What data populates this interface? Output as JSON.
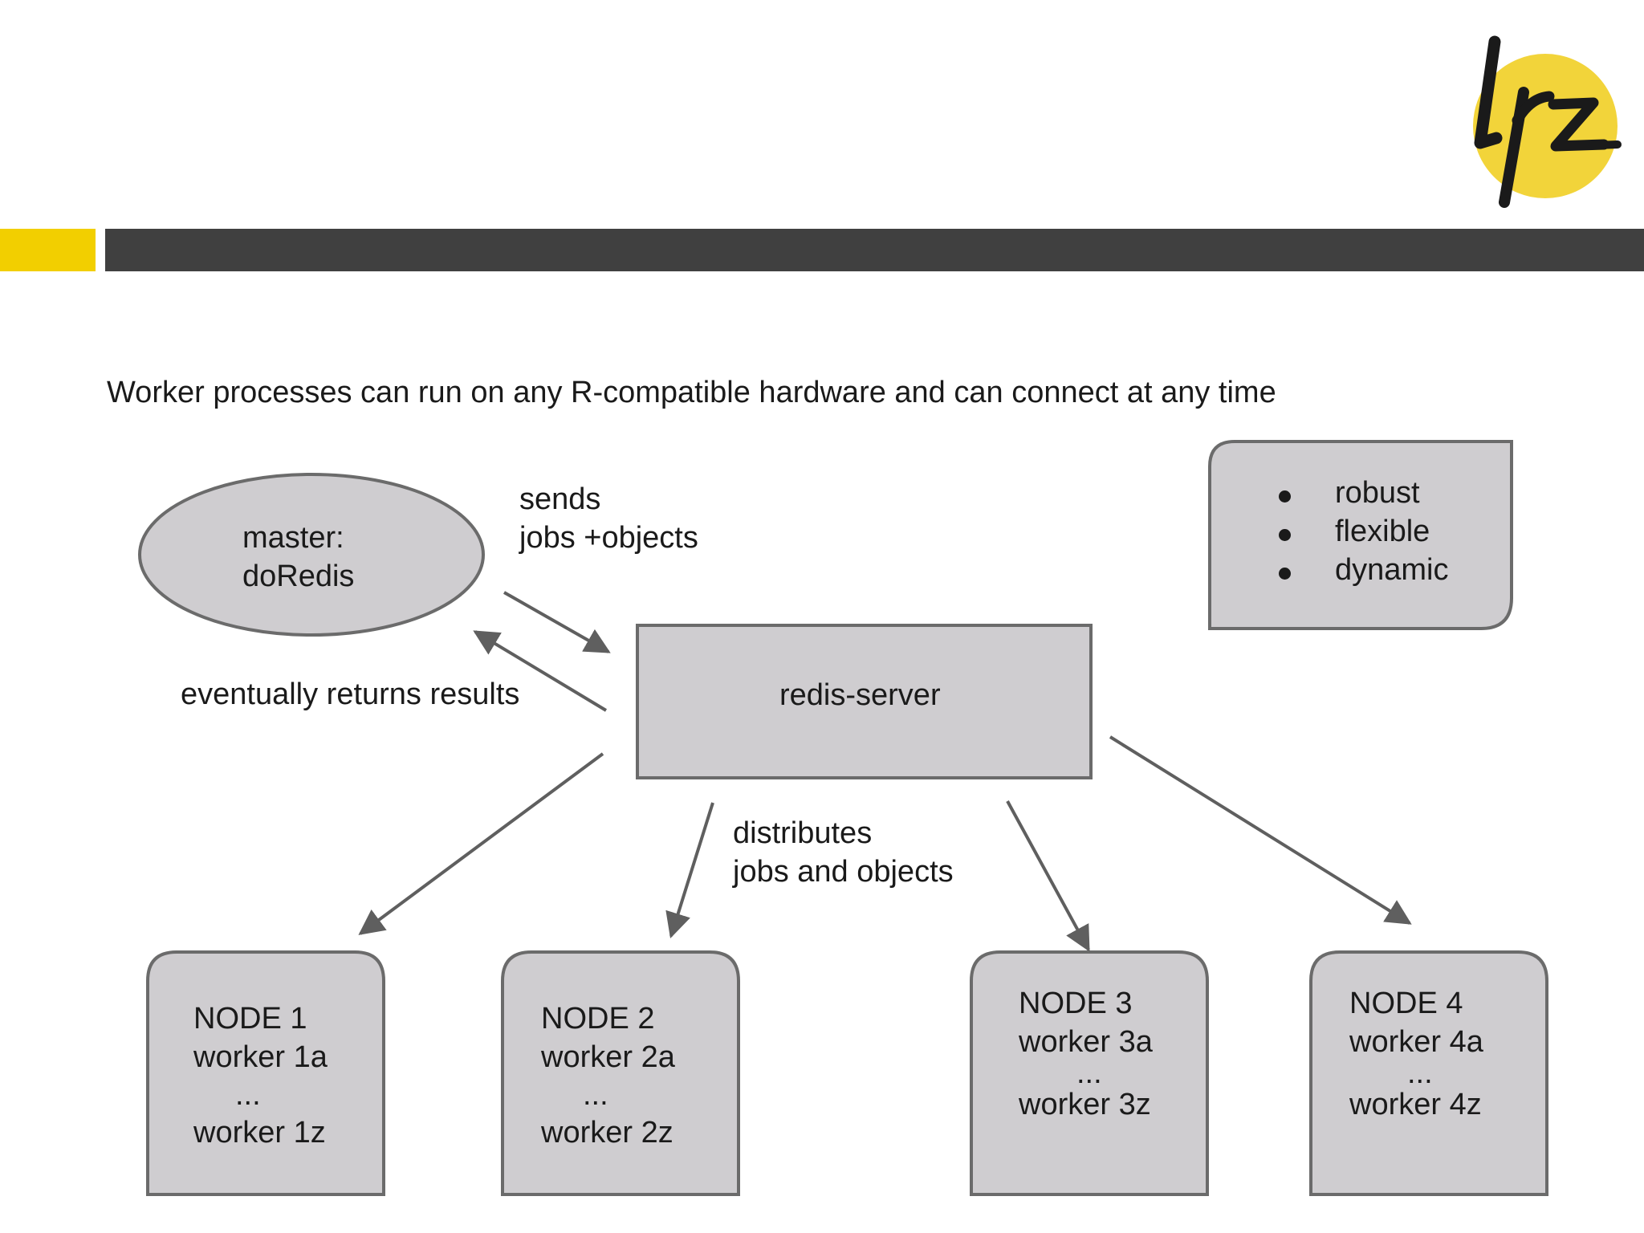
{
  "slide": {
    "caption": "Worker processes can run on any R-compatible hardware and can connect at any time"
  },
  "brand": {
    "logo": "lrz",
    "accent_color": "#f2cf00",
    "bar_color": "#404040",
    "logo_circle_color": "#f2d43a"
  },
  "diagram": {
    "box_fill": "#cfcdd0",
    "box_stroke": "#6b6b6b",
    "master": "master:\ndoRedis",
    "server": "redis-server",
    "features": [
      "robust",
      "flexible",
      "dynamic"
    ],
    "labels": {
      "sends": "sends\njobs +objects",
      "returns": "eventually returns results",
      "distributes": "distributes\njobs and objects"
    },
    "nodes": [
      {
        "title": "NODE 1",
        "first": "worker 1a",
        "ellipsis": "...",
        "last": "worker 1z"
      },
      {
        "title": "NODE 2",
        "first": "worker 2a",
        "ellipsis": "...",
        "last": "worker 2z"
      },
      {
        "title": "NODE 3",
        "first": "worker 3a",
        "ellipsis": "...",
        "last": "worker 3z"
      },
      {
        "title": "NODE 4",
        "first": "worker 4a",
        "ellipsis": "...",
        "last": "worker 4z"
      }
    ]
  }
}
